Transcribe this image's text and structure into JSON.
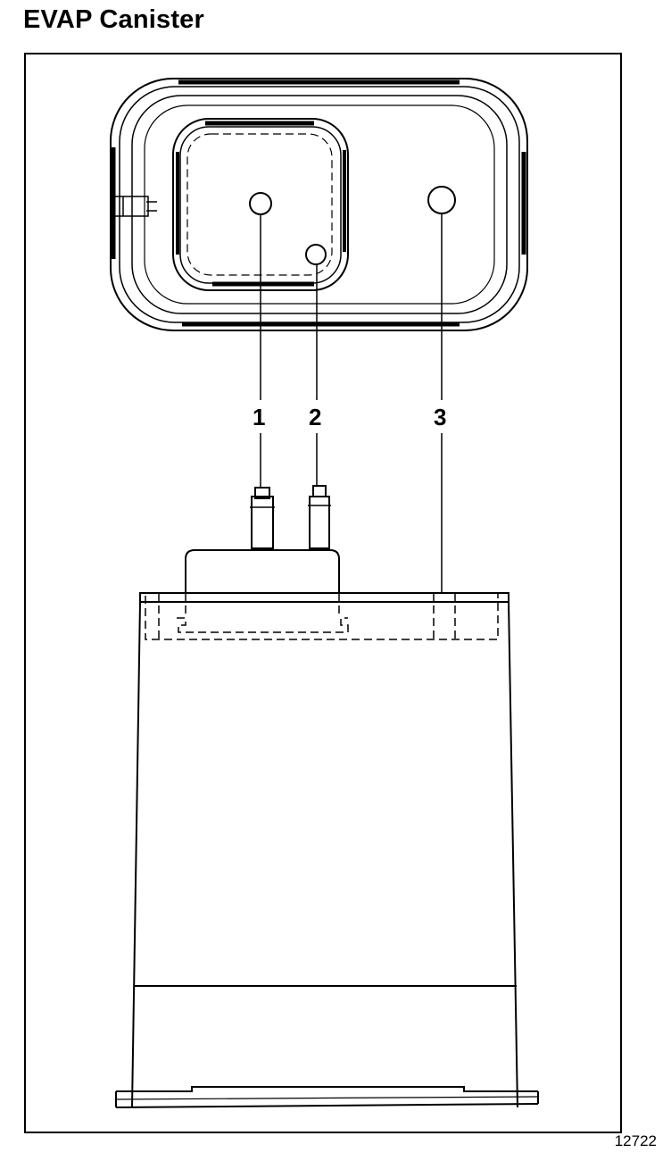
{
  "title": "EVAP Canister",
  "callouts": [
    {
      "id": "1",
      "label": "1"
    },
    {
      "id": "2",
      "label": "2"
    },
    {
      "id": "3",
      "label": "3"
    }
  ],
  "figure_id": "12722",
  "colors": {
    "ink": "#000000",
    "paper": "#ffffff"
  }
}
